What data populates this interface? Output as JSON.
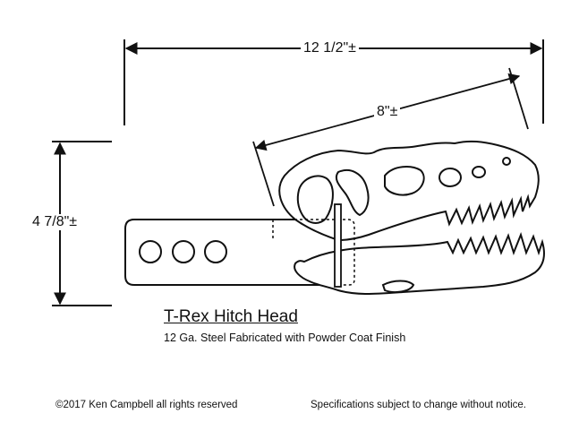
{
  "dimensions": {
    "overall_length": "12 1/2\"±",
    "head_length": "8\"±",
    "height": "4 7/8\"±"
  },
  "product": {
    "title": "T-Rex Hitch Head",
    "description": "12 Ga. Steel Fabricated with Powder Coat Finish"
  },
  "footer": {
    "copyright": "©2017 Ken Campbell all rights reserved",
    "notice": "Specifications subject to change without notice."
  },
  "colors": {
    "line": "#111111",
    "background": "#ffffff"
  }
}
